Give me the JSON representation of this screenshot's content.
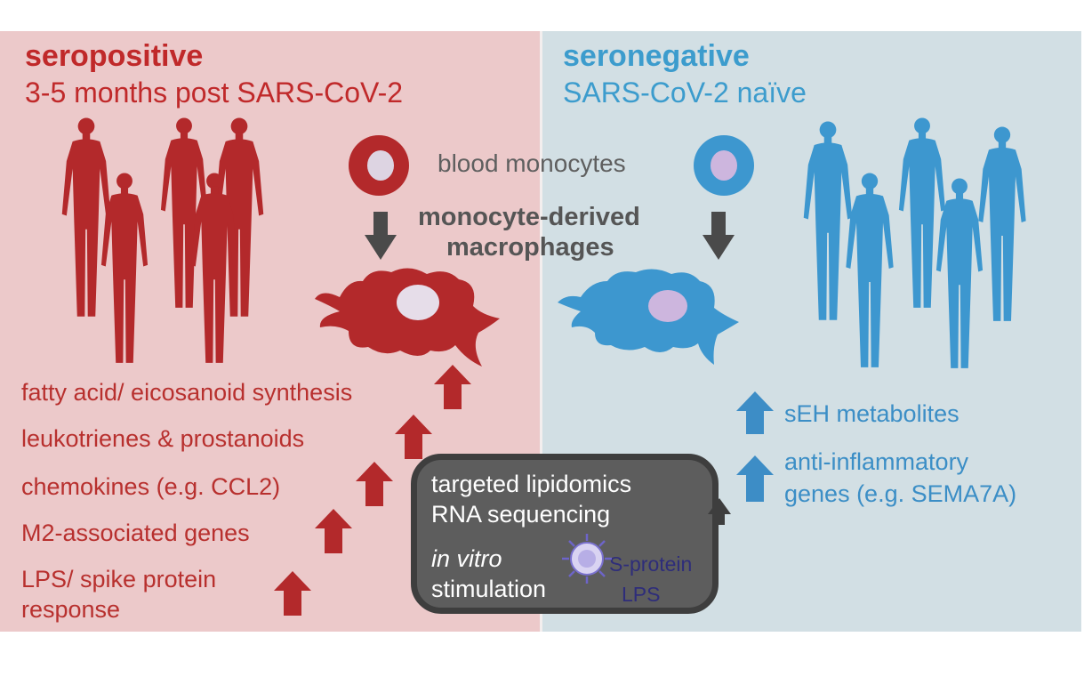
{
  "left": {
    "title": "seropositive",
    "subtitle": "3-5 months post SARS-CoV-2",
    "items": [
      "fatty acid/ eicosanoid synthesis",
      "leukotrienes & prostanoids",
      "chemokines (e.g. CCL2)",
      "M2-associated genes",
      "LPS/ spike protein",
      "response"
    ]
  },
  "right": {
    "title": "seronegative",
    "subtitle": "SARS-CoV-2 naïve",
    "items": [
      "sEH metabolites",
      "anti-inflammatory",
      "genes (e.g. SEMA7A)"
    ]
  },
  "center": {
    "monocytes_label": "blood monocytes",
    "macrophages_line1": "monocyte-derived",
    "macrophages_line2": "macrophages"
  },
  "methods": {
    "line1": "targeted lipidomics",
    "line2": "RNA sequencing",
    "line3": "in vitro",
    "line4": "stimulation",
    "stim1": "S-protein",
    "stim2": "LPS"
  },
  "colors": {
    "seropositive": "#b3292b",
    "seronegative": "#3d97cf",
    "arrow_grey": "#4a4a4a"
  }
}
